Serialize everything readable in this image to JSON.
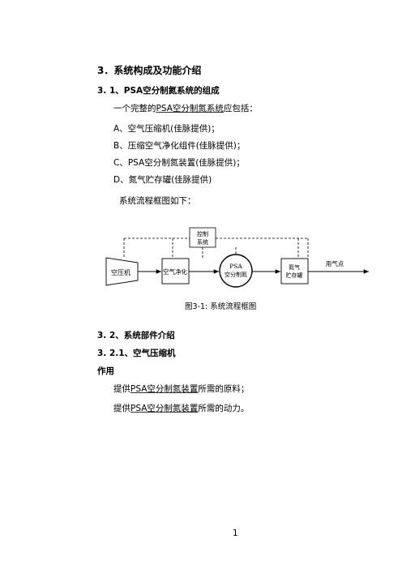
{
  "section_title": "3．系统构成及功能介绍",
  "s31": {
    "heading": "3. 1、PSA空分制氮系统的组成",
    "intro_pre": "一个完整的",
    "intro_link": "PSA空分制氮系统",
    "intro_post": "应包括：",
    "items": [
      "A、空气压缩机(佳脉提供)；",
      "B、压缩空气净化组件(佳脉提供)；",
      "C、PSA空分制氮装置(佳脉提供)；",
      "D、氮气贮存罐(佳脉提供)"
    ],
    "flow_intro": "系统流程框图如下："
  },
  "diagram": {
    "control": [
      "控制",
      "系统"
    ],
    "compressor": "空压机",
    "purifier": "空气净化",
    "psa": [
      "PSA",
      "空分制氮"
    ],
    "tank": [
      "氮气",
      "贮存罐"
    ],
    "gas_point": "用气点",
    "caption": "图3-1: 系统流程框图"
  },
  "s32": {
    "heading": "3. 2、系统部件介绍",
    "sub_heading": "3. 2.1、空气压缩机",
    "role_label": "作用",
    "line1_pre": "提供",
    "line1_link": "PSA空分制氮装置",
    "line1_post": "所需的原料；",
    "line2_pre": "提供",
    "line2_link": "PSA空分制氮装置",
    "line2_post": "所需的动力。"
  },
  "page_number": "1"
}
